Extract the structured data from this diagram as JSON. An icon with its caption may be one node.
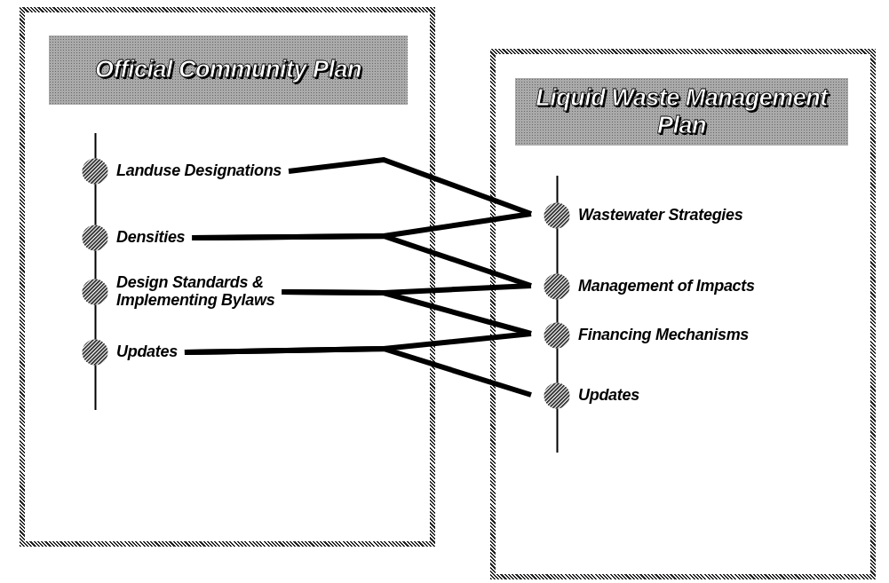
{
  "diagram": {
    "nodes": [
      {
        "text": [],
        "shape": "box"
      },
      {
        "text": [
          "Official Community Plan"
        ],
        "in": 0
      },
      {
        "text": [
          "Landuse Designations"
        ],
        "in": 0
      },
      {
        "text": [
          "Densities"
        ],
        "in": 0
      },
      {
        "text": [
          "Design Standards & Implementing Bylaws"
        ],
        "in": 0
      },
      {
        "text": [
          "Updates"
        ],
        "in": 0
      },
      {
        "text": [],
        "shape": "box"
      },
      {
        "text": [
          "Liquid Waste Management Plan"
        ],
        "in": 6
      },
      {
        "text": [
          "Wastewater Strategies"
        ],
        "in": 6
      },
      {
        "text": [
          "Management of Impacts"
        ],
        "in": 6
      },
      {
        "text": [
          "Financing Mechanisms"
        ],
        "in": 6
      },
      {
        "text": [
          "Updates"
        ],
        "in": 6
      }
    ],
    "edges": [
      {
        "from": 2,
        "to": 8,
        "arrow": "none"
      },
      {
        "from": 8,
        "to": 3,
        "arrow": "none"
      },
      {
        "from": 3,
        "to": 9,
        "arrow": "none"
      },
      {
        "from": 9,
        "to": 4,
        "arrow": "none"
      },
      {
        "from": 4,
        "to": 10,
        "arrow": "none"
      },
      {
        "from": 10,
        "to": 5,
        "arrow": "none"
      },
      {
        "from": 5,
        "to": 11,
        "arrow": "none"
      }
    ]
  }
}
